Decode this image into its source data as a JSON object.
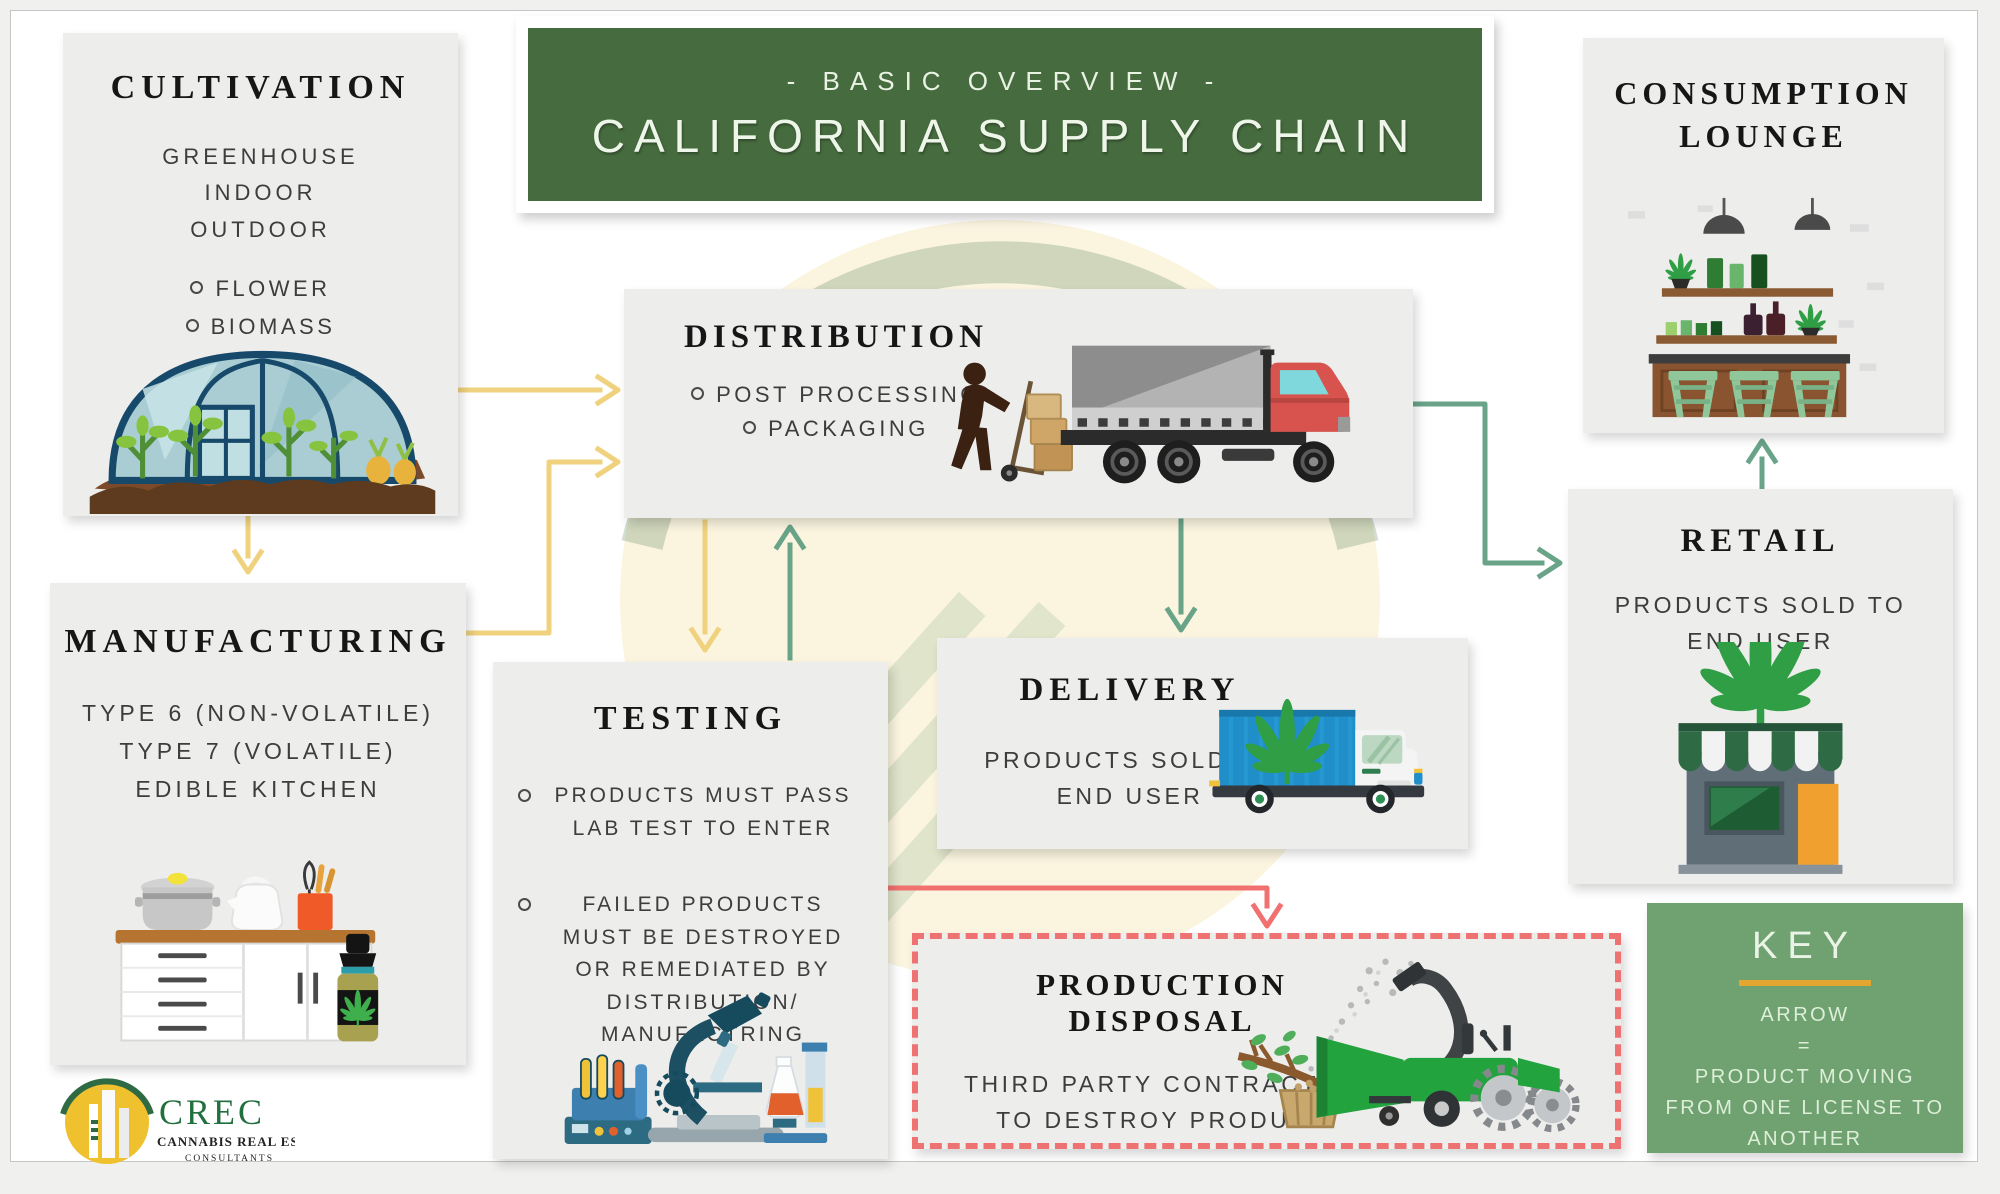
{
  "banner": {
    "subtitle": "- BASIC OVERVIEW -",
    "title": "CALIFORNIA SUPPLY CHAIN"
  },
  "cultivation": {
    "title": "CULTIVATION",
    "types": [
      "GREENHOUSE",
      "INDOOR",
      "OUTDOOR"
    ],
    "bullets": [
      "FLOWER",
      "BIOMASS"
    ]
  },
  "distribution": {
    "title": "DISTRIBUTION",
    "bullets": [
      "POST PROCESSING",
      "PACKAGING"
    ]
  },
  "consumption": {
    "title_line1": "CONSUMPTION",
    "title_line2": "LOUNGE"
  },
  "manufacturing": {
    "title": "MANUFACTURING",
    "types": [
      "TYPE 6 (NON-VOLATILE)",
      "TYPE 7 (VOLATILE)",
      "EDIBLE KITCHEN"
    ]
  },
  "testing": {
    "title": "TESTING",
    "bullets": [
      "PRODUCTS MUST PASS LAB TEST TO ENTER",
      "FAILED PRODUCTS MUST BE DESTROYED OR REMEDIATED BY DISTRIBUTION/ MANUFACTRING"
    ]
  },
  "delivery": {
    "title": "DELIVERY",
    "text": "PRODUCTS SOLD TO END USER"
  },
  "retail": {
    "title": "RETAIL",
    "text": "PRODUCTS SOLD TO END USER"
  },
  "disposal": {
    "title": "PRODUCTION DISPOSAL",
    "text": "THIRD PARTY CONTRACTOR TO DESTROY PRODUCT"
  },
  "key": {
    "title": "KEY",
    "line1": "ARROW",
    "line2": "=",
    "line3": "PRODUCT MOVING FROM ONE LICENSE TO ANOTHER"
  },
  "logo": {
    "name": "CREC",
    "line1": "CANNABIS REAL ESTATE",
    "line2": "CONSULTANTS"
  },
  "colors": {
    "banner_green": "#466b3e",
    "key_green": "#6fa171",
    "key_underline": "#e3a62f",
    "arrow_yellow": "#f0d27e",
    "arrow_teal": "#69a489",
    "arrow_red": "#f0716f",
    "box_grey": "#ededec",
    "leaf_green": "#2f9e44"
  }
}
